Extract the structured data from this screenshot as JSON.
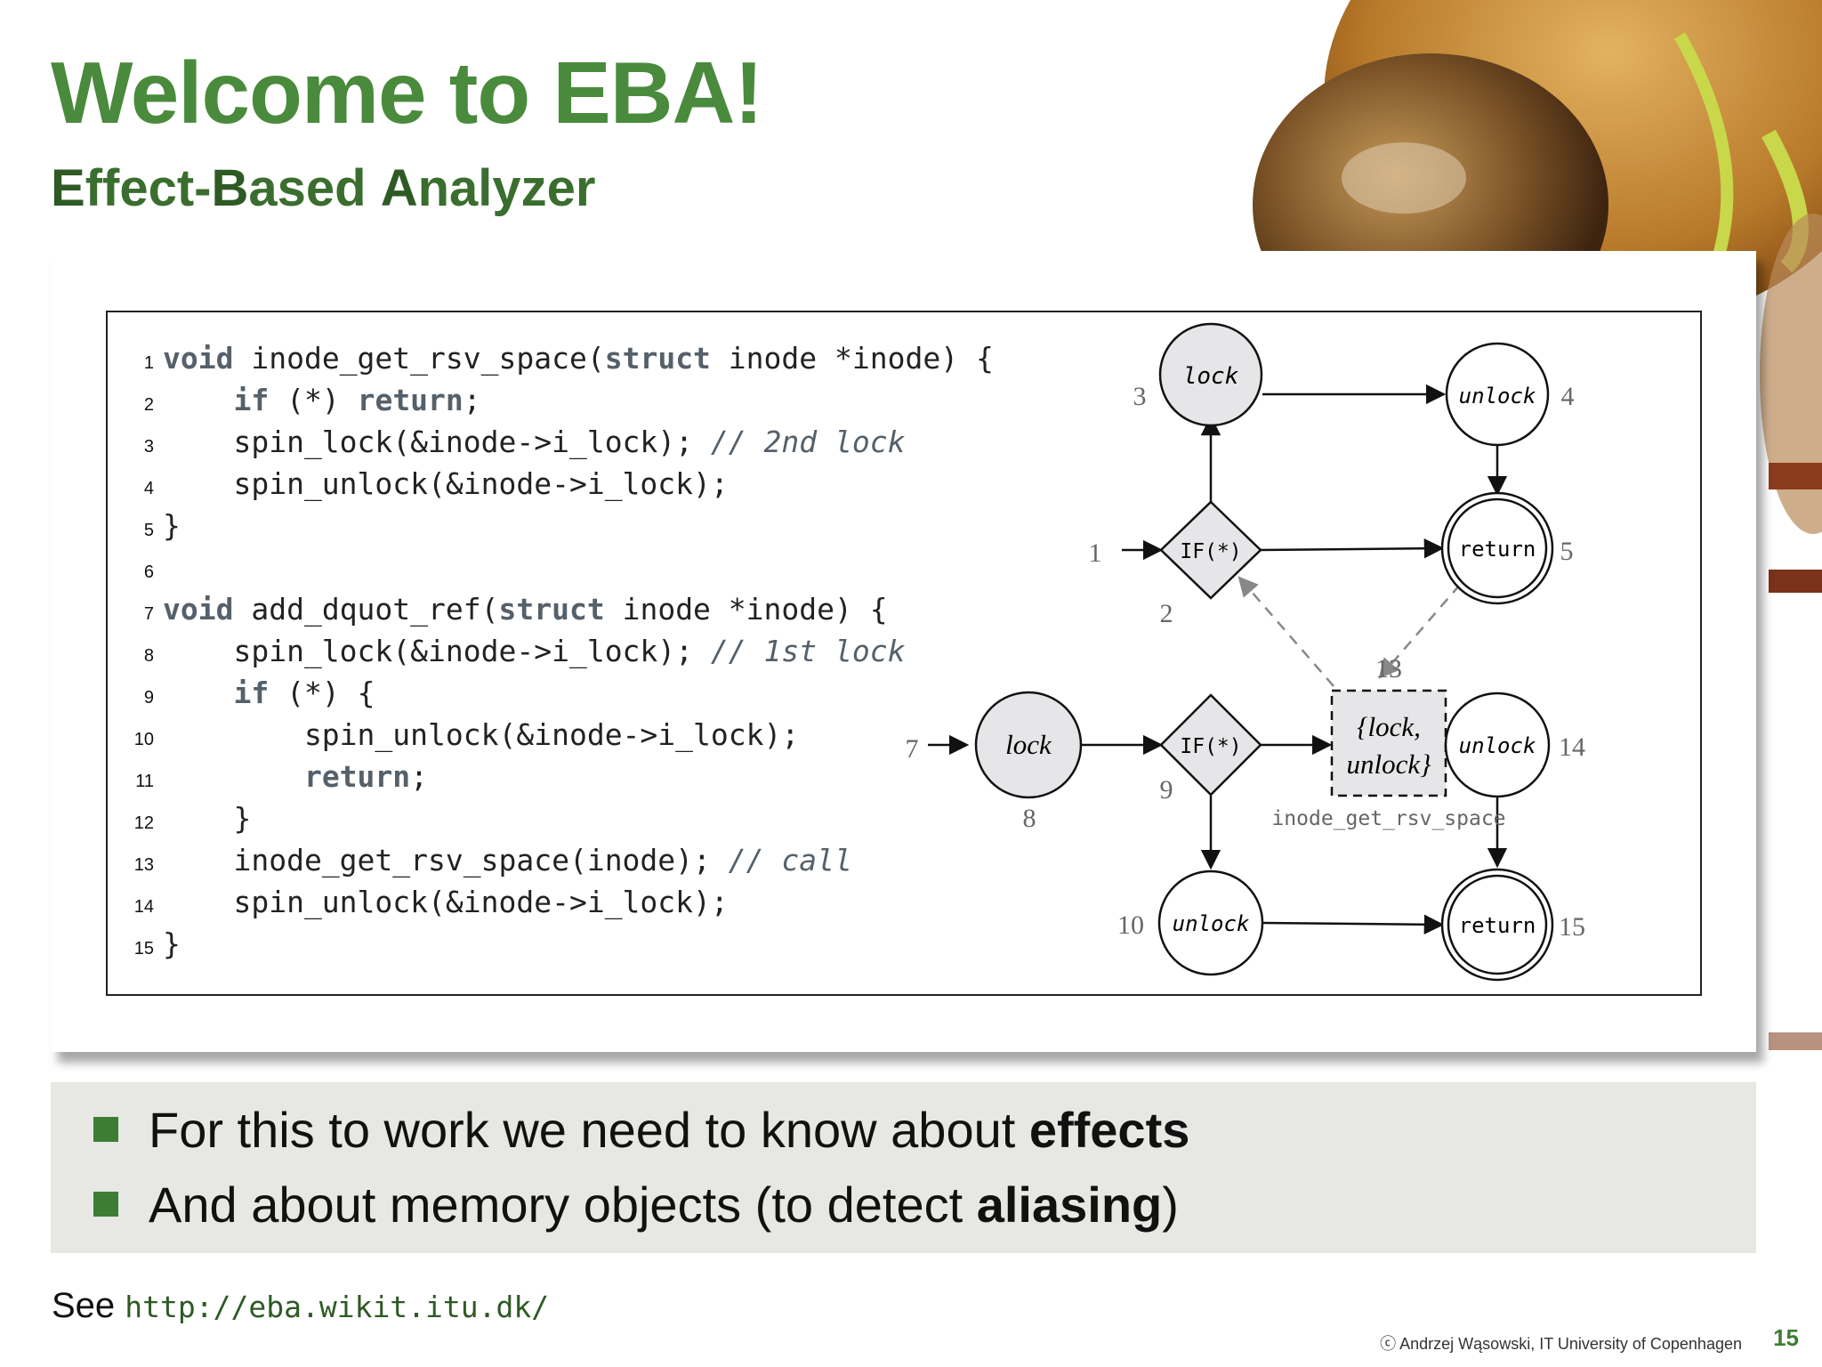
{
  "title": "Welcome to EBA!",
  "subtitle": {
    "e": "E",
    "ffect": "ffect-",
    "b": "B",
    "ased": "ased ",
    "a": "A",
    "nalyzer": "nalyzer"
  },
  "code": [
    {
      "n": "1",
      "parts": [
        {
          "t": "void",
          "c": "kw"
        },
        {
          "t": " inode_get_rsv_space("
        },
        {
          "t": "struct",
          "c": "kw"
        },
        {
          "t": " inode *inode) {"
        }
      ]
    },
    {
      "n": "2",
      "parts": [
        {
          "t": "    "
        },
        {
          "t": "if",
          "c": "kw"
        },
        {
          "t": " (*) "
        },
        {
          "t": "return",
          "c": "kw"
        },
        {
          "t": ";"
        }
      ]
    },
    {
      "n": "3",
      "parts": [
        {
          "t": "    spin_lock(&inode->i_lock); "
        },
        {
          "t": "// 2nd lock",
          "c": "cm"
        }
      ]
    },
    {
      "n": "4",
      "parts": [
        {
          "t": "    spin_unlock(&inode->i_lock);"
        }
      ]
    },
    {
      "n": "5",
      "parts": [
        {
          "t": "}"
        }
      ]
    },
    {
      "n": "6",
      "parts": [
        {
          "t": ""
        }
      ]
    },
    {
      "n": "7",
      "parts": [
        {
          "t": "void",
          "c": "kw"
        },
        {
          "t": " add_dquot_ref("
        },
        {
          "t": "struct",
          "c": "kw"
        },
        {
          "t": " inode *inode) {"
        }
      ]
    },
    {
      "n": "8",
      "parts": [
        {
          "t": "    spin_lock(&inode->i_lock); "
        },
        {
          "t": "// 1st lock",
          "c": "cm"
        }
      ]
    },
    {
      "n": "9",
      "parts": [
        {
          "t": "    "
        },
        {
          "t": "if",
          "c": "kw"
        },
        {
          "t": " (*) {"
        }
      ]
    },
    {
      "n": "10",
      "parts": [
        {
          "t": "        spin_unlock(&inode->i_lock);"
        }
      ]
    },
    {
      "n": "11",
      "parts": [
        {
          "t": "        "
        },
        {
          "t": "return",
          "c": "kw"
        },
        {
          "t": ";"
        }
      ]
    },
    {
      "n": "12",
      "parts": [
        {
          "t": "    }"
        }
      ]
    },
    {
      "n": "13",
      "parts": [
        {
          "t": "    inode_get_rsv_space(inode); "
        },
        {
          "t": "// call",
          "c": "cm"
        }
      ]
    },
    {
      "n": "14",
      "parts": [
        {
          "t": "    spin_unlock(&inode->i_lock);"
        }
      ]
    },
    {
      "n": "15",
      "parts": [
        {
          "t": "}"
        }
      ]
    }
  ],
  "graph": {
    "nodes": [
      {
        "id": "3",
        "label": "lock",
        "num": "3",
        "shape": "circle"
      },
      {
        "id": "4",
        "label": "unlock",
        "num": "4",
        "shape": "circle"
      },
      {
        "id": "2",
        "label": "IF(*)",
        "num": "2",
        "shape": "diamond"
      },
      {
        "id": "5",
        "label": "return",
        "num": "5",
        "shape": "double-circle"
      },
      {
        "id": "8",
        "label": "lock",
        "num": "8",
        "shape": "circle-filled"
      },
      {
        "id": "9",
        "label": "IF(*)",
        "num": "9",
        "shape": "diamond"
      },
      {
        "id": "13",
        "label1": "{lock,",
        "label2": "unlock}",
        "num": "13",
        "caption": "inode_get_rsv_space",
        "shape": "dashed-box"
      },
      {
        "id": "14",
        "label": "unlock",
        "num": "14",
        "shape": "circle"
      },
      {
        "id": "10",
        "label": "unlock",
        "num": "10",
        "shape": "circle"
      },
      {
        "id": "15",
        "label": "return",
        "num": "15",
        "shape": "double-circle"
      }
    ],
    "entry1": "1",
    "entry7": "7"
  },
  "bullets": [
    {
      "text": "For this to work we need to know about ",
      "bold": "effects",
      "after": ""
    },
    {
      "text": "And about memory objects (to detect ",
      "bold": "aliasing",
      "after": ")"
    }
  ],
  "see_label": "See ",
  "see_url": "http://eba.wikit.itu.dk/",
  "footer": "ⓒ Andrzej Wąsowski, IT University of Copenhagen",
  "page_number": "15"
}
